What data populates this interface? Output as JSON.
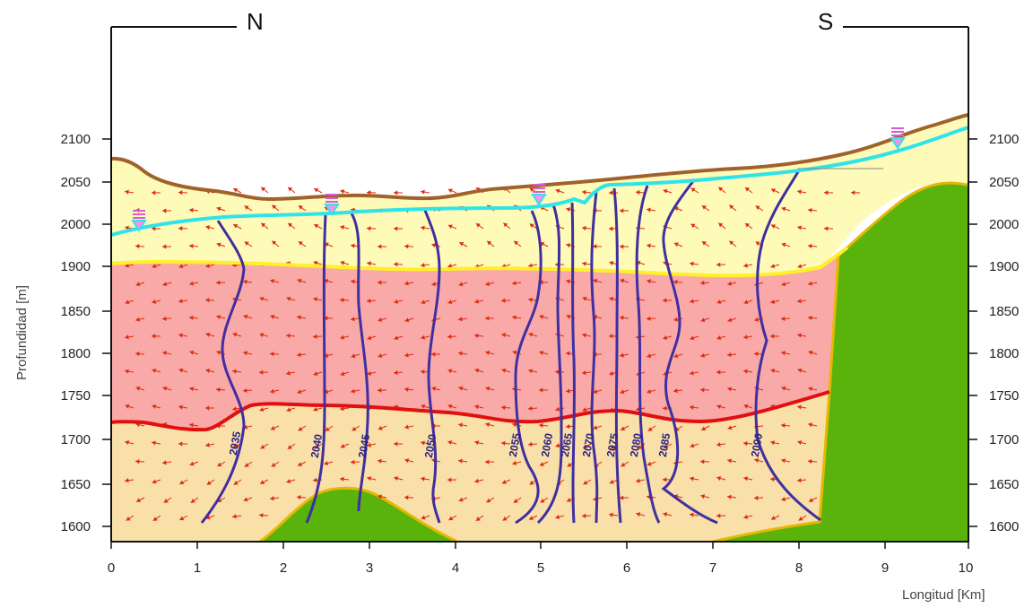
{
  "orientation": {
    "north": "N",
    "south": "S"
  },
  "axes": {
    "xlabel": "Longitud [Km]",
    "ylabel": "Profundidad [m]",
    "x_ticks": [
      "0",
      "1",
      "2",
      "3",
      "4",
      "5",
      "6",
      "7",
      "8",
      "9",
      "10"
    ],
    "y_ticks_left": [
      "2100",
      "2050",
      "2000",
      "1900",
      "1850",
      "1800",
      "1750",
      "1700",
      "1650",
      "1600"
    ],
    "y_ticks_right": [
      "2100",
      "2050",
      "2000",
      "1900",
      "1850",
      "1800",
      "1750",
      "1700",
      "1650",
      "1600"
    ]
  },
  "isolines": [
    {
      "label": "2035"
    },
    {
      "label": "2040"
    },
    {
      "label": "2045"
    },
    {
      "label": "2050"
    },
    {
      "label": "2055"
    },
    {
      "label": "2060"
    },
    {
      "label": "2065"
    },
    {
      "label": "2070"
    },
    {
      "label": "2075"
    },
    {
      "label": "2080"
    },
    {
      "label": "2085"
    },
    {
      "label": "2090"
    }
  ],
  "colors": {
    "upper_layer": "#fefab8",
    "middle_layer": "#f9a9a8",
    "lower_layer": "#f9dfa8",
    "basement": "#5ab30a",
    "topography": "#a0622a",
    "water_table": "#2fe4e8",
    "contact_yellow": "#fff02a",
    "contact_red": "#e01010",
    "isoline": "#3f2fa0",
    "flow_arrow": "#e02a10",
    "well_marker": "#d95ad9"
  }
}
